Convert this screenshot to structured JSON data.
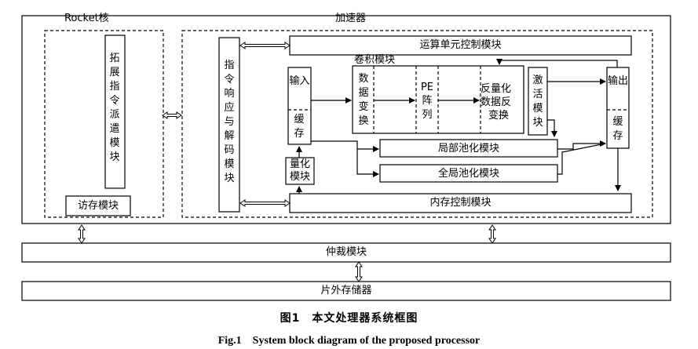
{
  "labels": {
    "rocket_core": "Rocket核",
    "accelerator": "加速器",
    "ext_dispatch": "拓展指令派遣模块",
    "mem_access": "访存模块",
    "decode": "指令响应与解码模块",
    "alu_ctrl": "运算单元控制模块",
    "conv_module": "卷积模块",
    "input_top": "输入",
    "input_bottom": "缓存",
    "data_transform": "数据变换",
    "pe_array_top": "PE",
    "pe_array_bottom": "阵列",
    "dequant_line1": "反量化",
    "dequant_line2": "数据反",
    "dequant_line3": "变换",
    "activation": "激活模块",
    "output_top": "输出",
    "output_bottom": "缓存",
    "quant_line1": "量化",
    "quant_line2": "模块",
    "local_pool": "局部池化模块",
    "global_pool": "全局池化模块",
    "mem_ctrl": "内存控制模块",
    "arbiter": "仲裁模块",
    "offchip": "片外存储器"
  },
  "caption": {
    "cn": "图1　本文处理器系统框图",
    "en": "Fig.1　System block diagram of the proposed processor"
  },
  "colors": {
    "line": "#000000",
    "background": "#ffffff"
  }
}
